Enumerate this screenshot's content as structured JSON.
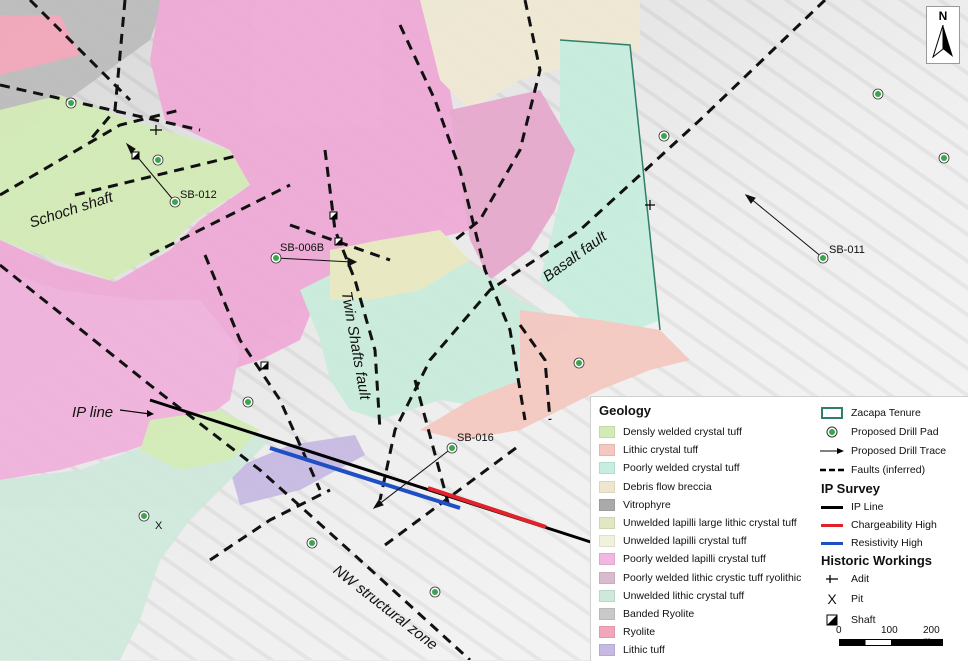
{
  "map": {
    "north_label": "N",
    "drill_pads": [
      {
        "id": "SB-012",
        "label": "SB-012"
      },
      {
        "id": "SB-006B",
        "label": "SB-006B"
      },
      {
        "id": "SB-011",
        "label": "SB-011"
      },
      {
        "id": "SB-016",
        "label": "SB-016"
      }
    ],
    "italic_labels": {
      "schoch_shaft": "Schoch shaft",
      "twin_shafts_fault": "Twin Shafts fault",
      "basalt_fault": "Basalt fault",
      "ip_line": "IP line",
      "nw_structural_zone": "NW structural zone"
    },
    "pit_symbol": "X"
  },
  "legend": {
    "geology_title": "Geology",
    "geology_items": [
      {
        "label": "Densly welded crystal tuff",
        "color": "#d3ecb6"
      },
      {
        "label": "Lithic crystal tuff",
        "color": "#f4c8c0"
      },
      {
        "label": "Poorly welded crystal tuff",
        "color": "#c6eede"
      },
      {
        "label": "Debris flow breccia",
        "color": "#efe6cf"
      },
      {
        "label": "Vitrophyre",
        "color": "#a9aaa9"
      },
      {
        "label": "Unwelded lapilli large lithic crystal tuff",
        "color": "#dfe8c2"
      },
      {
        "label": "Unwelded lapilli crystal tuff",
        "color": "#f2f1dd"
      },
      {
        "label": "Poorly welded lapilli crystal tuff",
        "color": "#f2b7df"
      },
      {
        "label": "Poorly welded lithic crystic tuff ryolithic",
        "color": "#d9bccb"
      },
      {
        "label": "Unwelded lithic crystal tuff",
        "color": "#cfe8dc"
      },
      {
        "label": "Banded Ryolite",
        "color": "#c9c9c9"
      },
      {
        "label": "Ryolite",
        "color": "#f3a6b9"
      },
      {
        "label": "Lithic tuff",
        "color": "#c7b9e3"
      }
    ],
    "reference_items": [
      {
        "label": "Zacapa Tenure"
      },
      {
        "label": "Proposed Drill Pad"
      },
      {
        "label": "Proposed Drill Trace"
      },
      {
        "label": "Faults (inferred)"
      }
    ],
    "ip_survey_title": "IP Survey",
    "ip_items": [
      {
        "label": "IP Line",
        "color": "#000000"
      },
      {
        "label": "Chargeability High",
        "color": "#e0222a"
      },
      {
        "label": "Resistivity High",
        "color": "#1f4fc4"
      }
    ],
    "historic_title": "Historic Workings",
    "historic_items": [
      {
        "label": "Adit"
      },
      {
        "label": "Pit",
        "symbol": "X"
      },
      {
        "label": "Shaft"
      }
    ],
    "scale": {
      "labels": [
        "0",
        "100",
        "200 m"
      ]
    }
  },
  "colors": {
    "tenure_outline": "#2f7f6a",
    "drill_pad_fill": "#3aa54a",
    "hillshade_bg": "#e6e6e6"
  }
}
